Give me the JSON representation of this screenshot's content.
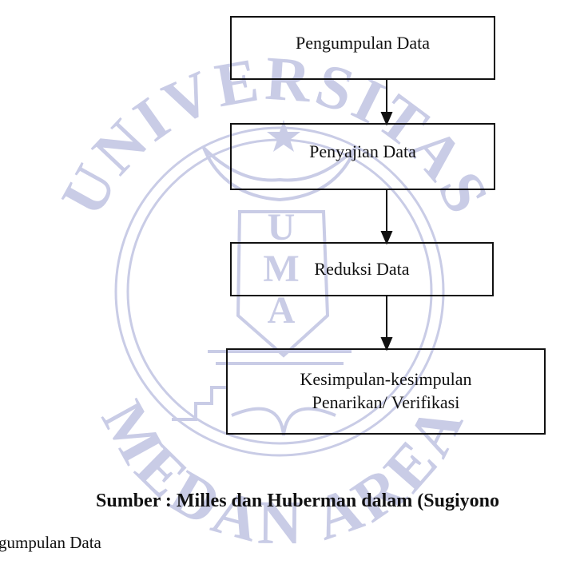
{
  "watermark": {
    "top_text": "UNIVERSITAS",
    "bottom_text": "MEDAN AREA",
    "center_letters": [
      "U",
      "M",
      "A"
    ],
    "color": "#c9cce6"
  },
  "flowchart": {
    "steps": [
      {
        "label": "Pengumpulan Data"
      },
      {
        "label": "Penyajian Data"
      },
      {
        "label": "Reduksi Data"
      },
      {
        "label_line1": "Kesimpulan-kesimpulan",
        "label_line2": "Penarikan/ Verifikasi"
      }
    ]
  },
  "caption": "Sumber : Milles dan Huberman dalam (Sugiyono",
  "subheading": "gumpulan Data"
}
